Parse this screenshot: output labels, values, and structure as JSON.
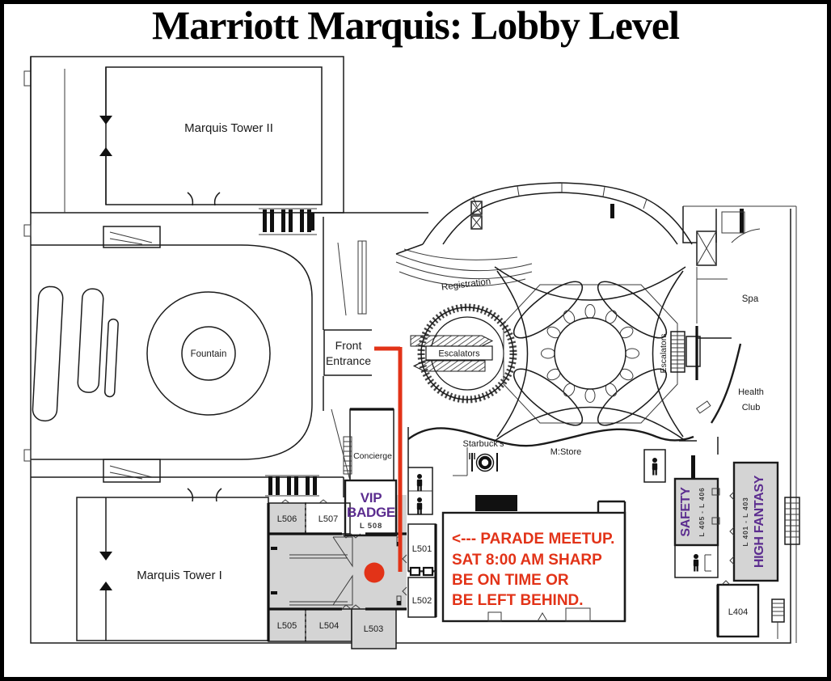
{
  "title": "Marriott Marquis: Lobby Level",
  "colors": {
    "annotation_red": "#e23318",
    "label_purple": "#5b2c8f",
    "room_gray": "#d4d4d4",
    "ink": "#1a1a1a"
  },
  "labels": {
    "tower2": "Marquis Tower II",
    "tower1": "Marquis Tower I",
    "fountain": "Fountain",
    "front_entrance_1": "Front",
    "front_entrance_2": "Entrance",
    "registration": "Registration",
    "escalators_center": "Escalators",
    "escalators_right": "Escalators",
    "concierge": "Concierge",
    "starbucks": "Starbuck's",
    "mstore": "M:Store",
    "spa": "Spa",
    "health_club_1": "Health",
    "health_club_2": "Club",
    "vip_1": "VIP",
    "vip_2": "BADGE",
    "vip_room": "L 508",
    "safety": "SAFETY",
    "safety_rooms": "L 405 - L 406",
    "high_fantasy": "HIGH FANTASY",
    "high_fantasy_rooms": "L 401 - L 403",
    "l501": "L501",
    "l502": "L502",
    "l503": "L503",
    "l504": "L504",
    "l505": "L505",
    "l506": "L506",
    "l507": "L507",
    "l404": "L404"
  },
  "annotation": {
    "line1": "<--- PARADE MEETUP.",
    "line2": "SAT 8:00 AM SHARP",
    "line3": "BE ON TIME OR",
    "line4": "BE LEFT BEHIND."
  }
}
